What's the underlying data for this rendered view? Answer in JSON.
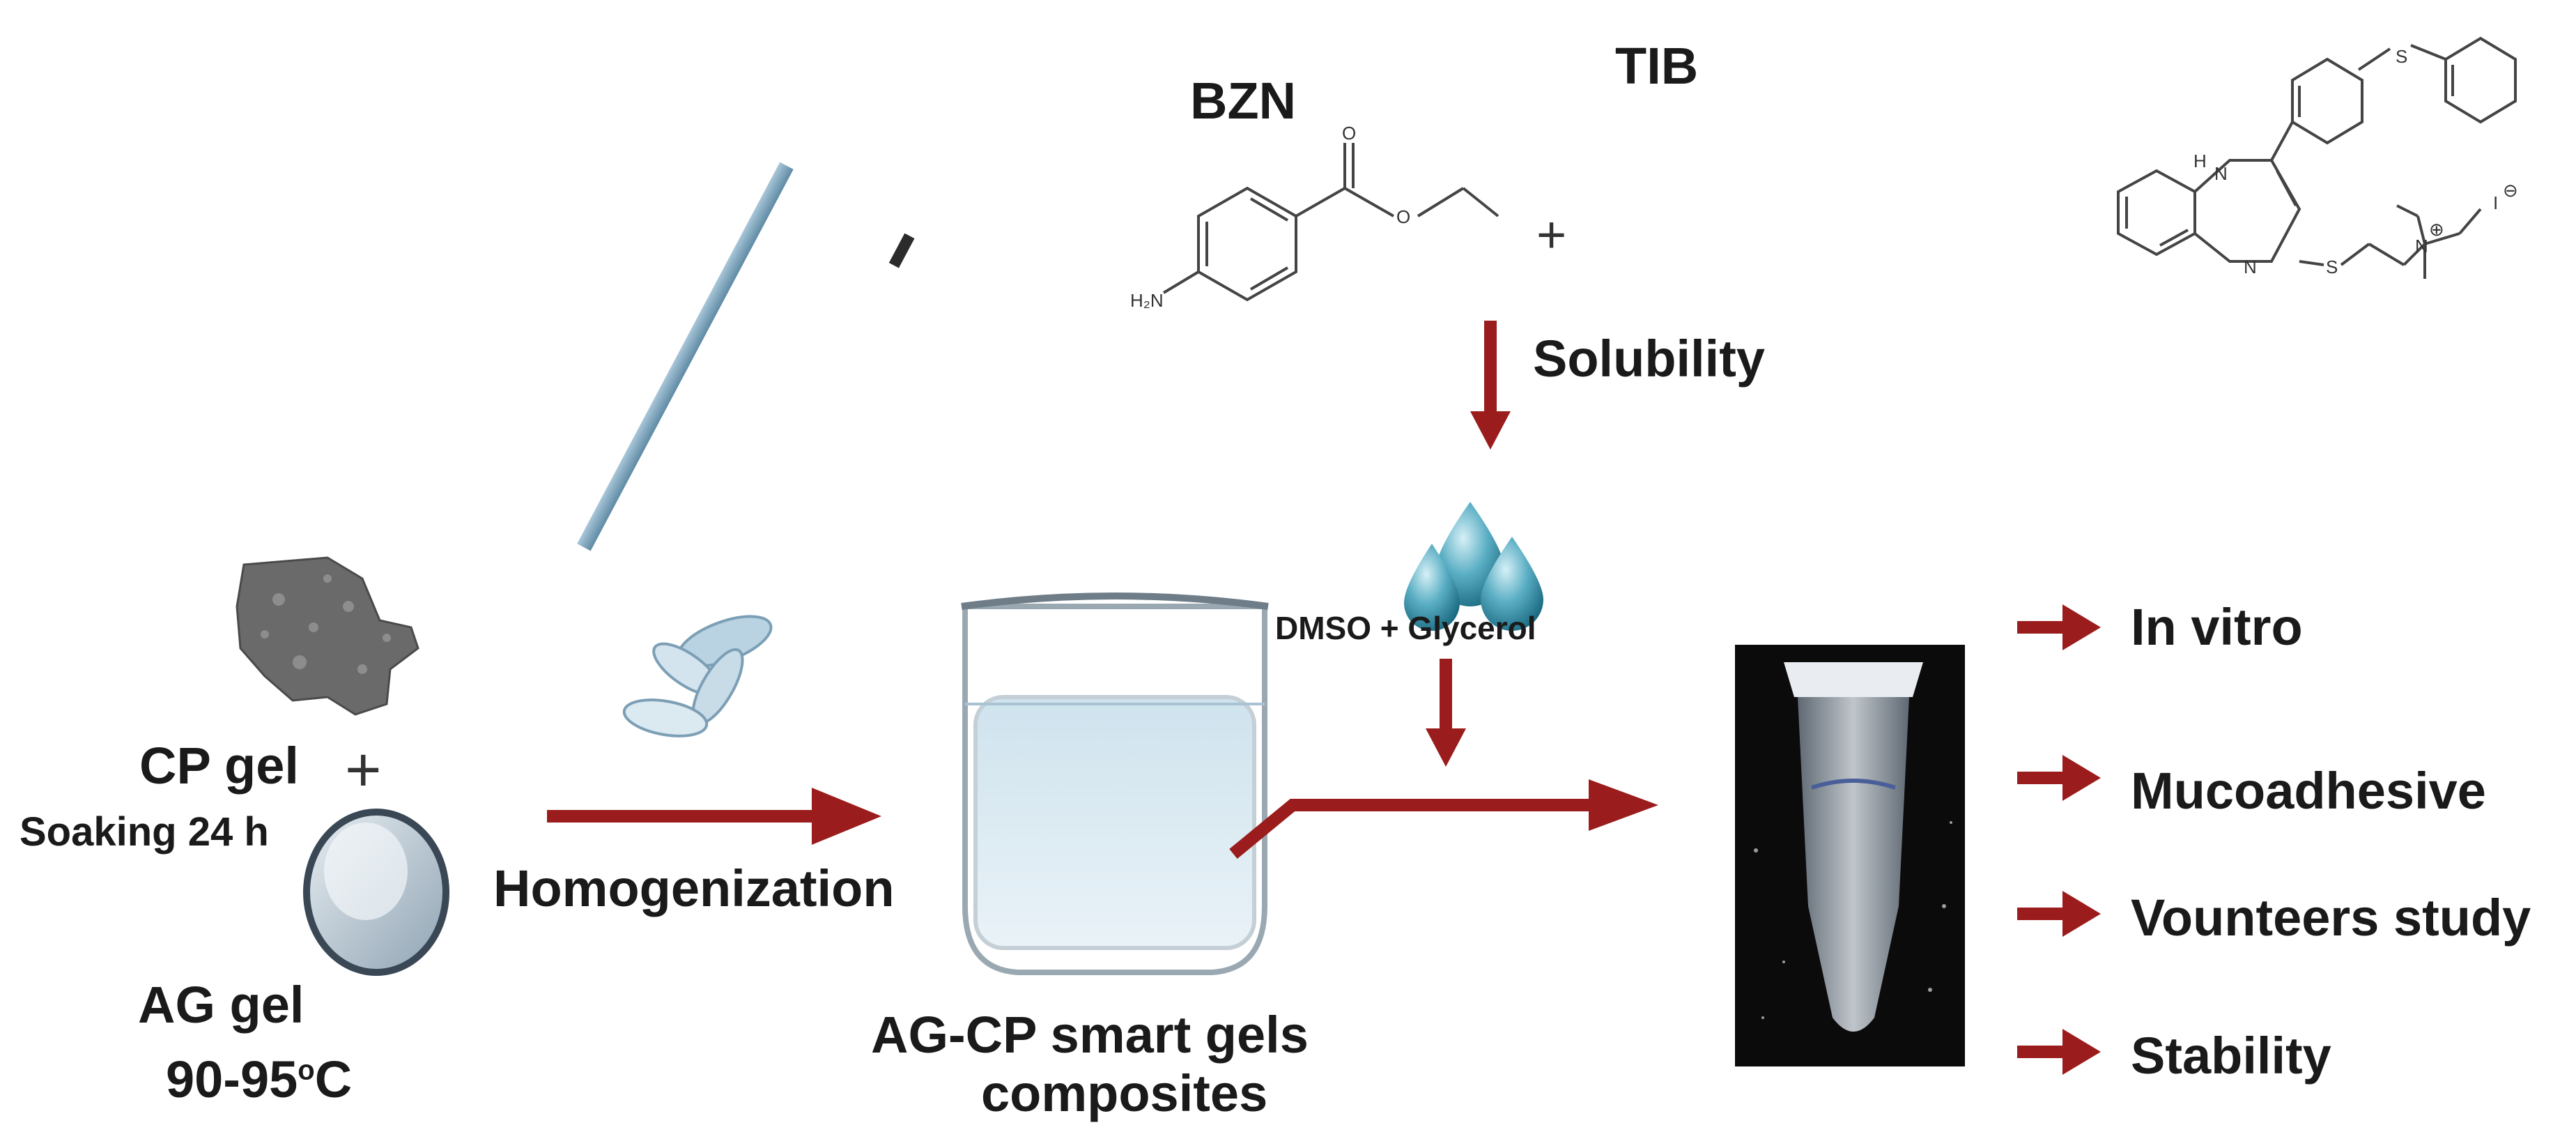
{
  "compounds": {
    "bzn": "BZN",
    "tib": "TIB",
    "plus": "+",
    "atom_h2n": "H₂N",
    "atom_o": "O",
    "atom_s": "S",
    "atom_n": "N",
    "atom_h": "H",
    "atom_i": "I",
    "charge_minus": "⊖",
    "charge_plus": "⊕"
  },
  "steps": {
    "solubility": "Solubility",
    "solvent": "DMSO + Glycerol",
    "homogenization": "Homogenization"
  },
  "inputs": {
    "cp_gel": "CP gel",
    "plus": "+",
    "soaking": "Soaking 24 h",
    "ag_gel": "AG gel",
    "temp_range": "90-95",
    "temp_sup": "o",
    "temp_unit": "C"
  },
  "product": {
    "line1": "AG-CP smart gels",
    "line2": "composites"
  },
  "outcomes": [
    "In vitro",
    "Mucoadhesive",
    "Vounteers study",
    "Stability"
  ],
  "colors": {
    "arrow": "#9b1c1c",
    "text": "#1a1a1a",
    "bond": "#444444",
    "droplet": "#2a7f98"
  }
}
